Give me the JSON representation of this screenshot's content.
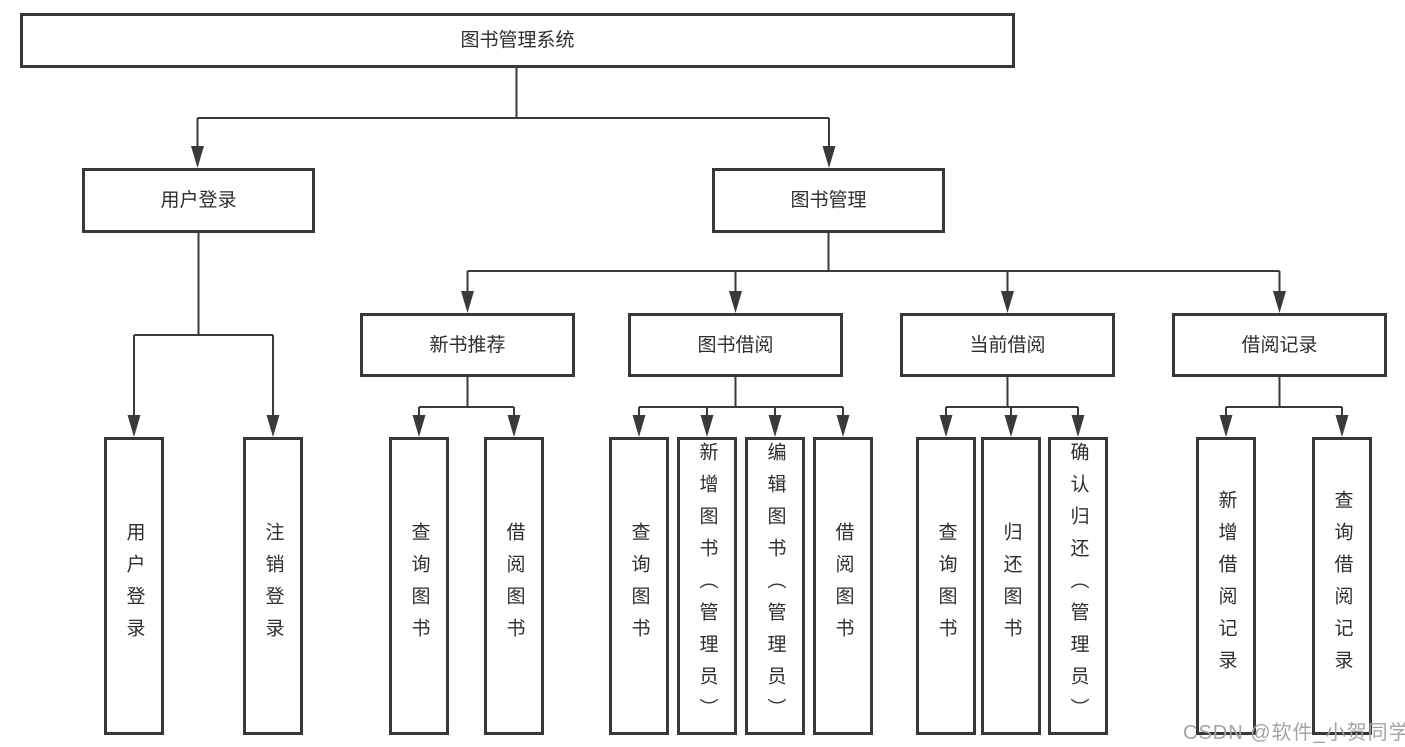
{
  "diagram": {
    "title": "图书管理系统",
    "type": "hierarchy-tree",
    "colors": {
      "background": "#ffffff",
      "line": "#3a3a3a",
      "box_border": "#383838",
      "text": "#2e2e2e",
      "watermark": "#a3a3a3"
    },
    "tree": {
      "label": "图书管理系统",
      "children": [
        {
          "label": "用户登录",
          "children": [
            {
              "label": "用户登录"
            },
            {
              "label": "注销登录"
            }
          ]
        },
        {
          "label": "图书管理",
          "children": [
            {
              "label": "新书推荐",
              "children": [
                {
                  "label": "查询图书"
                },
                {
                  "label": "借阅图书"
                }
              ]
            },
            {
              "label": "图书借阅",
              "children": [
                {
                  "label": "查询图书"
                },
                {
                  "label": "新增图书（管理员）"
                },
                {
                  "label": "编辑图书（管理员）"
                },
                {
                  "label": "借阅图书"
                }
              ]
            },
            {
              "label": "当前借阅",
              "children": [
                {
                  "label": "查询图书"
                },
                {
                  "label": "归还图书"
                },
                {
                  "label": "确认归还（管理员）"
                }
              ]
            },
            {
              "label": "借阅记录",
              "children": [
                {
                  "label": "新增借阅记录"
                },
                {
                  "label": "查询借阅记录"
                }
              ]
            }
          ]
        }
      ]
    },
    "watermark": {
      "text": "CSDN @软件_小贺同学"
    }
  }
}
